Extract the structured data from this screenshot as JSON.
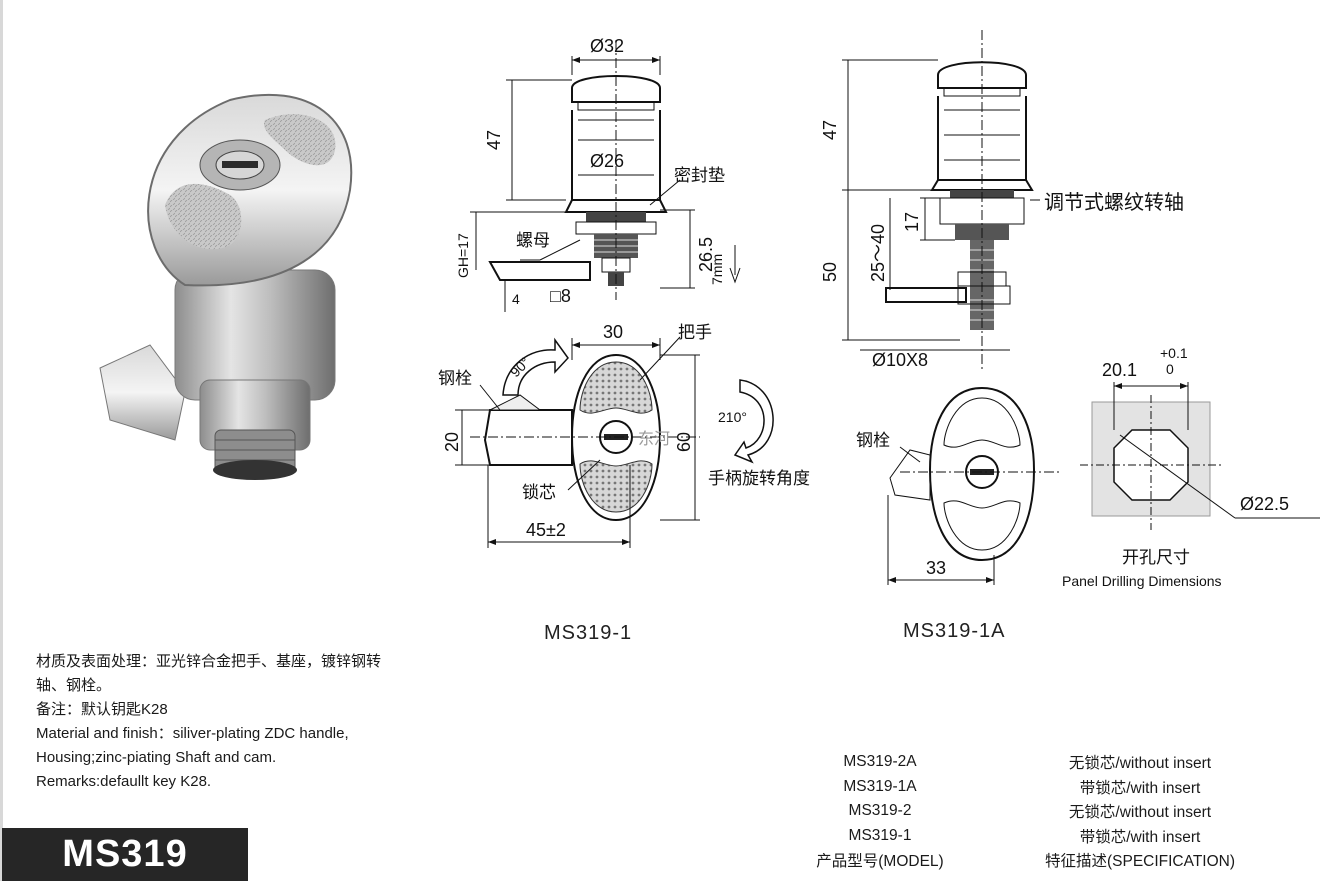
{
  "document": {
    "model_badge": "MS319",
    "drawings": {
      "left_label": "MS319-1",
      "right_label": "MS319-1A"
    },
    "left_drawing": {
      "d32": "Ø32",
      "d26": "Ø26",
      "h47": "47",
      "gh17": "GH=17",
      "h26_5": "26.5",
      "h4": "4",
      "sq8": "□8",
      "h7mm": "7mm",
      "seal_label": "密封垫",
      "nut_label": "螺母",
      "w30": "30",
      "handle_label": "把手",
      "bolt_label": "钢栓",
      "angle90": "90°",
      "angle210": "210°",
      "h20": "20",
      "h60": "60",
      "core_label": "锁芯",
      "w45": "45±2",
      "rotation_label": "手柄旋转角度",
      "watermark": "东河"
    },
    "right_drawing": {
      "h47": "47",
      "h17": "17",
      "h25_40": "25～40",
      "h50": "50",
      "shaft_label": "调节式螺纹转轴",
      "d10x8": "Ø10X8",
      "bolt_label": "钢栓",
      "w33": "33"
    },
    "panel": {
      "dim_main": "20.1",
      "tol_upper": "+0.1",
      "tol_lower": "0",
      "d22_5": "Ø22.5",
      "title_cn": "开孔尺寸",
      "title_en": "Panel Drilling Dimensions"
    },
    "notes": [
      "材质及表面处理：亚光锌合金把手、基座，镀锌钢转",
      "轴、钢栓。",
      "备注：默认钥匙K28",
      "Material and finish：siliver-plating ZDC handle,",
      "Housing;zinc-piating Shaft and cam.",
      "Remarks:defaullt key K28."
    ],
    "model_table": {
      "rows": [
        {
          "model": "MS319-2A",
          "spec": "无锁芯/without insert"
        },
        {
          "model": "MS319-1A",
          "spec": "带锁芯/with insert"
        },
        {
          "model": "MS319-2",
          "spec": "无锁芯/without insert"
        },
        {
          "model": "MS319-1",
          "spec": "带锁芯/with insert"
        }
      ],
      "header": {
        "model": "产品型号(MODEL)",
        "spec": "特征描述(SPECIFICATION)"
      }
    }
  }
}
